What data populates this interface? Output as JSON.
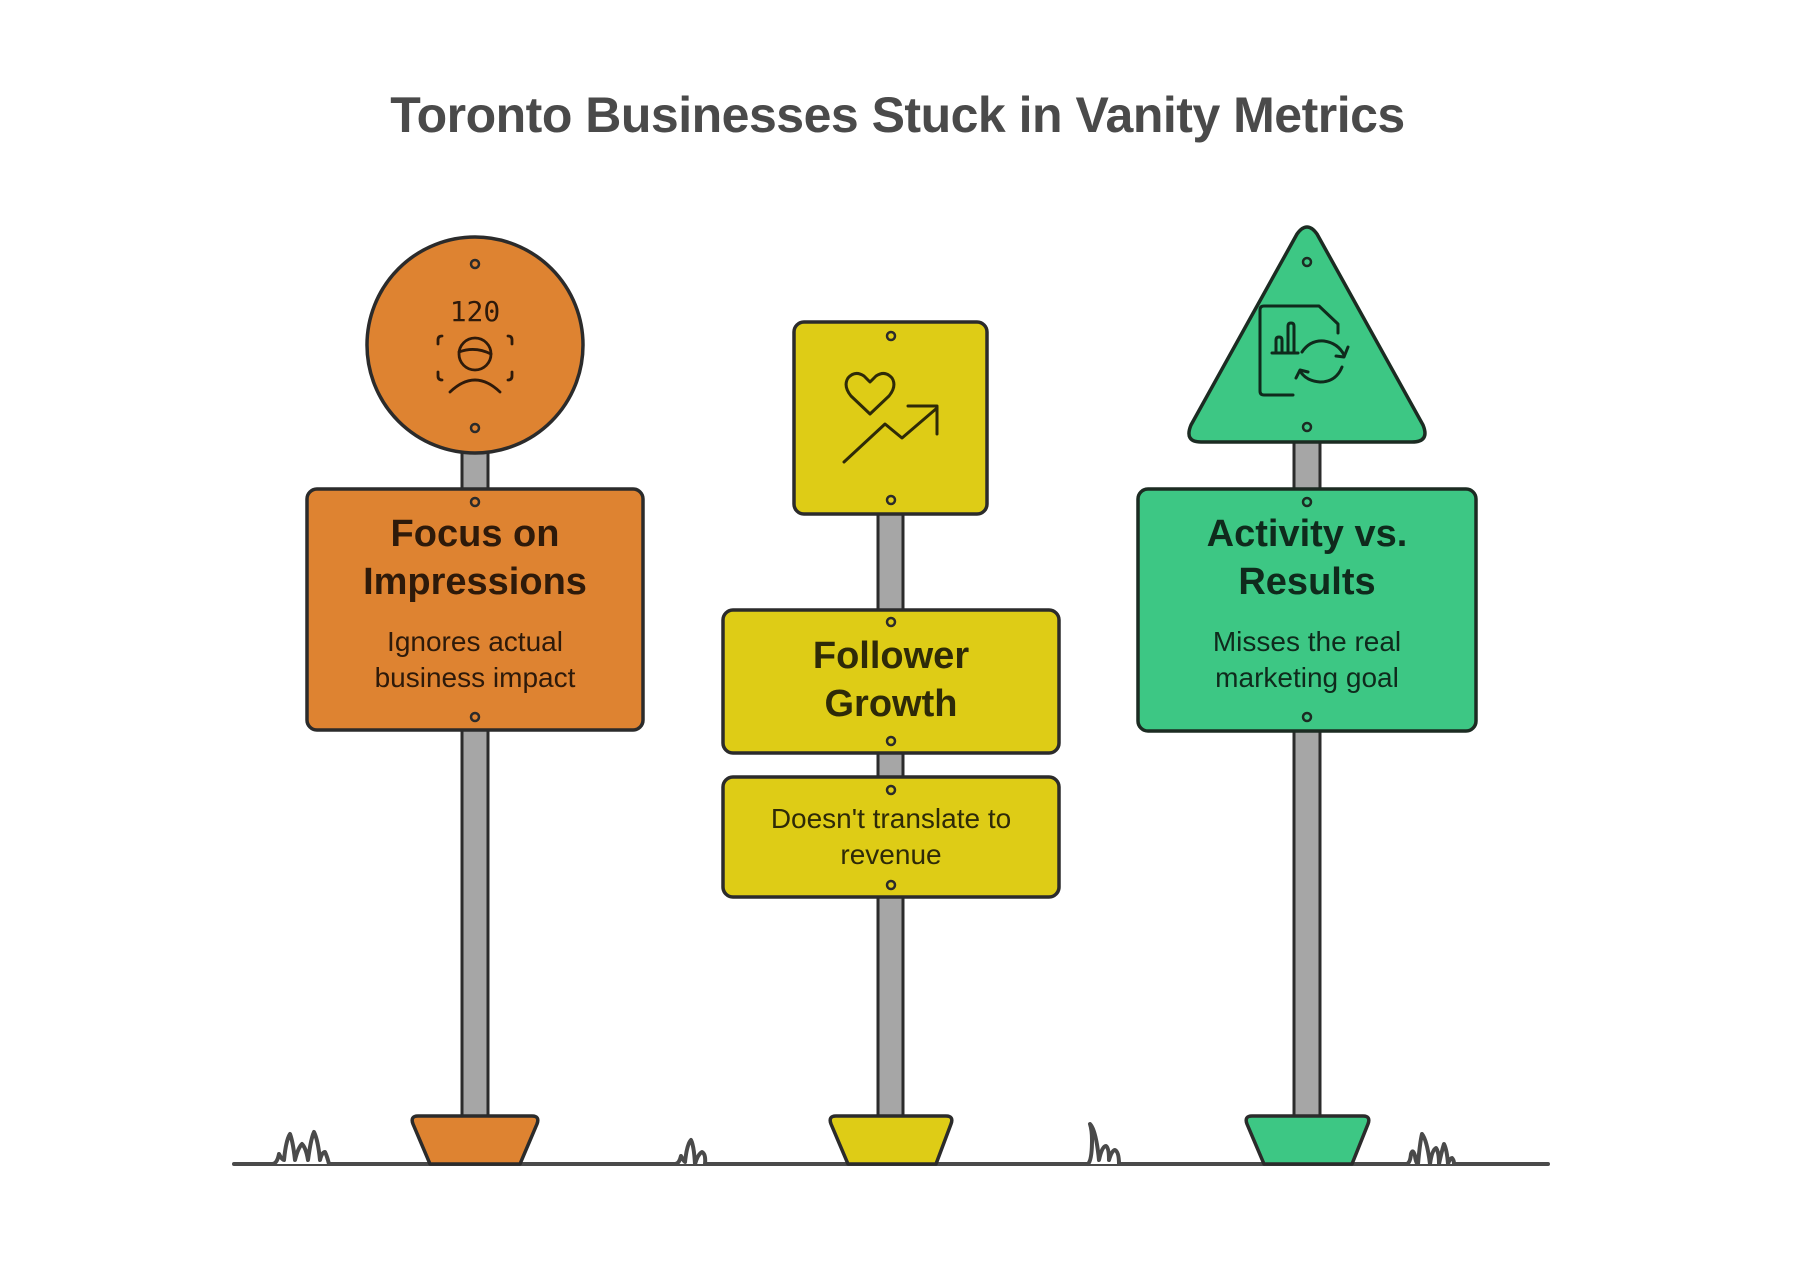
{
  "title": "Toronto Businesses Stuck in Vanity Metrics",
  "colors": {
    "orange": "#DE8331",
    "yellow": "#DECC16",
    "green": "#3DC784",
    "pole": "#A6A6A6",
    "outline": "#2B2B2B",
    "ground": "#4A4A4A",
    "title": "#4A4A4A",
    "orange_text": "#2E1A0A",
    "yellow_text": "#2E2A08",
    "green_text": "#0F2A1C"
  },
  "signs": [
    {
      "id": "impressions",
      "shape": "circle",
      "icon": "impressions-counter-icon",
      "icon_text": "120",
      "title_lines": [
        "Focus on",
        "Impressions"
      ],
      "subtitle_lines": [
        "Ignores actual",
        "business impact"
      ]
    },
    {
      "id": "followers",
      "shape": "square",
      "icon": "heart-trend-up-icon",
      "title_lines": [
        "Follower",
        "Growth"
      ],
      "subtitle_lines": [
        "Doesn't translate to",
        "revenue"
      ]
    },
    {
      "id": "activity",
      "shape": "triangle",
      "icon": "report-refresh-icon",
      "title_lines": [
        "Activity vs.",
        "Results"
      ],
      "subtitle_lines": [
        "Misses the real",
        "marketing goal"
      ]
    }
  ]
}
